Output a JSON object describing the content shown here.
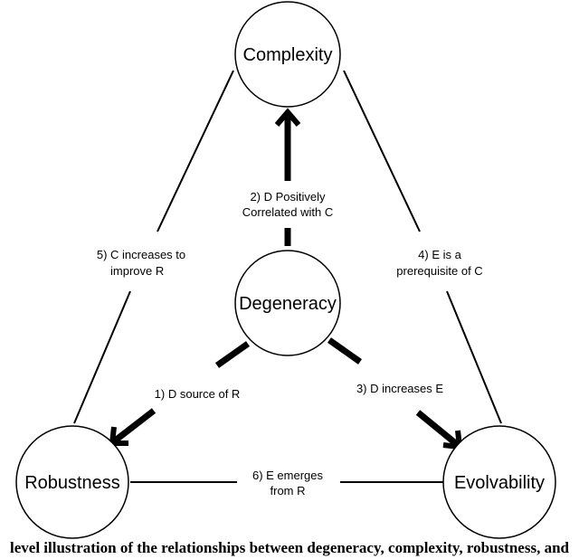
{
  "nodes": {
    "complexity": "Complexity",
    "degeneracy": "Degeneracy",
    "robustness": "Robustness",
    "evolvability": "Evolvability"
  },
  "edges": {
    "e1": {
      "line1": "1) D source of R"
    },
    "e2": {
      "line1": "2) D Positively",
      "line2": "Correlated with C"
    },
    "e3": {
      "line1": "3) D increases E"
    },
    "e4": {
      "line1": "4) E is a",
      "line2": "prerequisite of C"
    },
    "e5": {
      "line1": "5) C increases to",
      "line2": "improve R"
    },
    "e6": {
      "line1": "6) E emerges",
      "line2": "from R"
    }
  },
  "caption": "level illustration of the relationships between degeneracy, complexity, robustness, and",
  "colors": {
    "stroke": "#000000",
    "background": "#ffffff"
  }
}
